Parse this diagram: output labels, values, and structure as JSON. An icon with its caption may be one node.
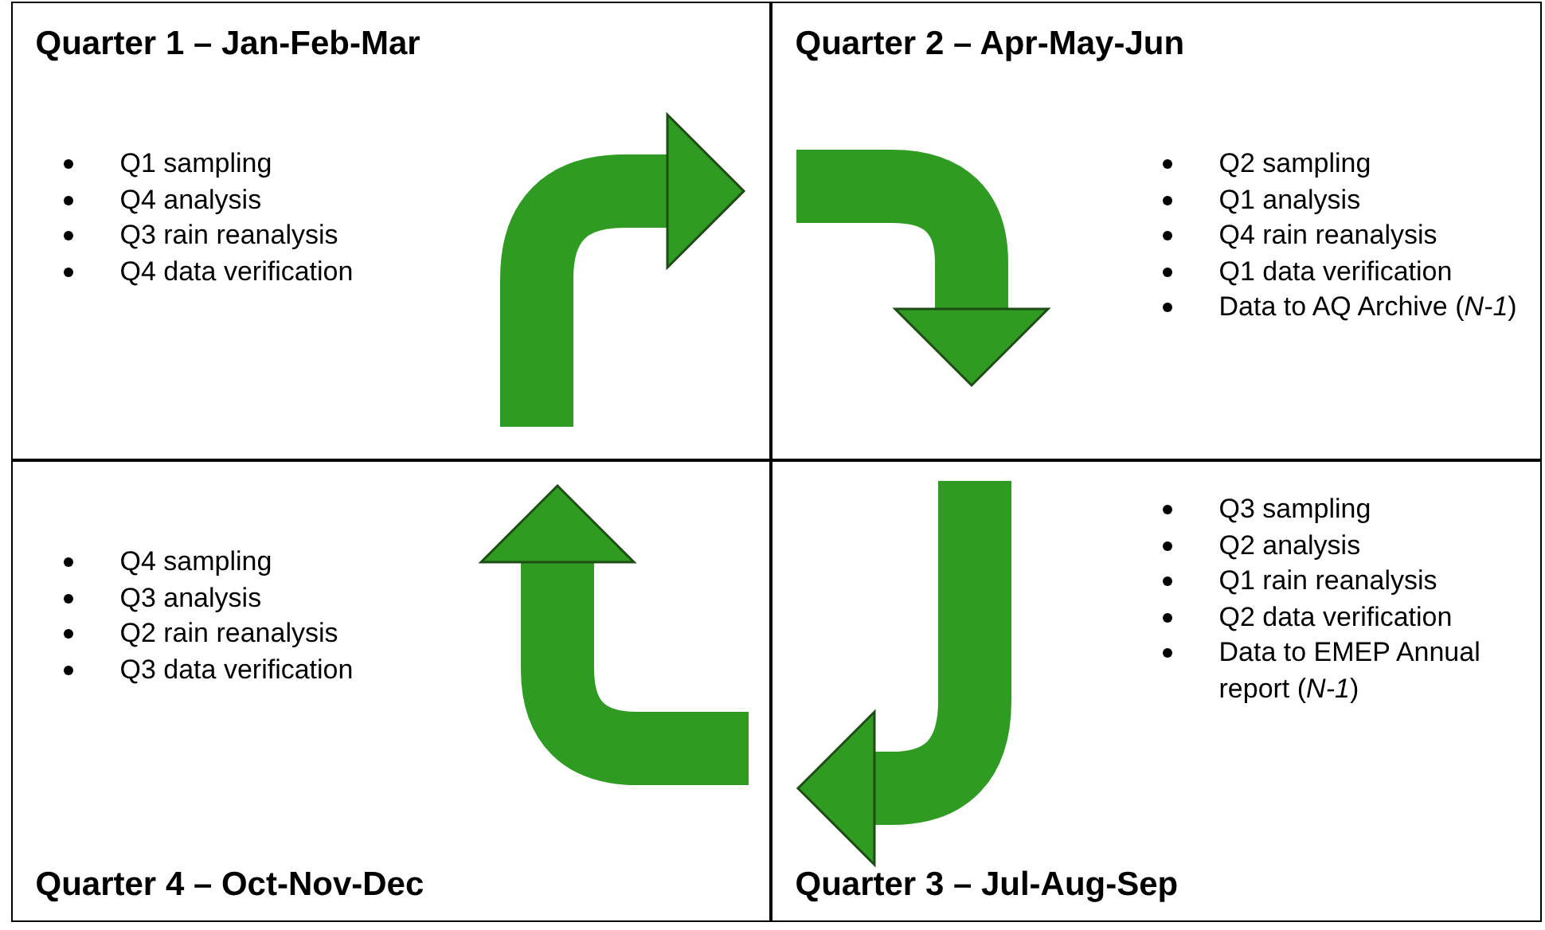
{
  "diagram": {
    "nodes": [
      {
        "text": [
          "Quarter 1 – Jan-Feb-Mar",
          "Q1 sampling",
          "Q4 analysis",
          "Q3 rain reanalysis",
          "Q4 data verification"
        ]
      },
      {
        "text": [
          "Quarter 2 – Apr-May-Jun",
          "Q2 sampling",
          "Q1 analysis",
          "Q4 rain reanalysis",
          "Q1 data verification",
          "Data to AQ Archive (*N-1*)"
        ]
      },
      {
        "text": [
          "Q4 sampling",
          "Q3 analysis",
          "Q2 rain reanalysis",
          "Q3 data verification",
          "Quarter 4 – Oct-Nov-Dec"
        ]
      },
      {
        "text": [
          "Q3 sampling",
          "Q2 analysis",
          "Q1 rain reanalysis",
          "Q2 data verification",
          "Data to EMEP Annual report (*N-1*)",
          "Quarter 3 – Jul-Aug-Sep"
        ]
      }
    ],
    "edges": [
      {
        "from": 0,
        "to": 1,
        "arrow": "to"
      },
      {
        "from": 1,
        "to": 3,
        "arrow": "to"
      },
      {
        "from": 3,
        "to": 2,
        "arrow": "to"
      },
      {
        "from": 2,
        "to": 0,
        "arrow": "to"
      }
    ]
  }
}
